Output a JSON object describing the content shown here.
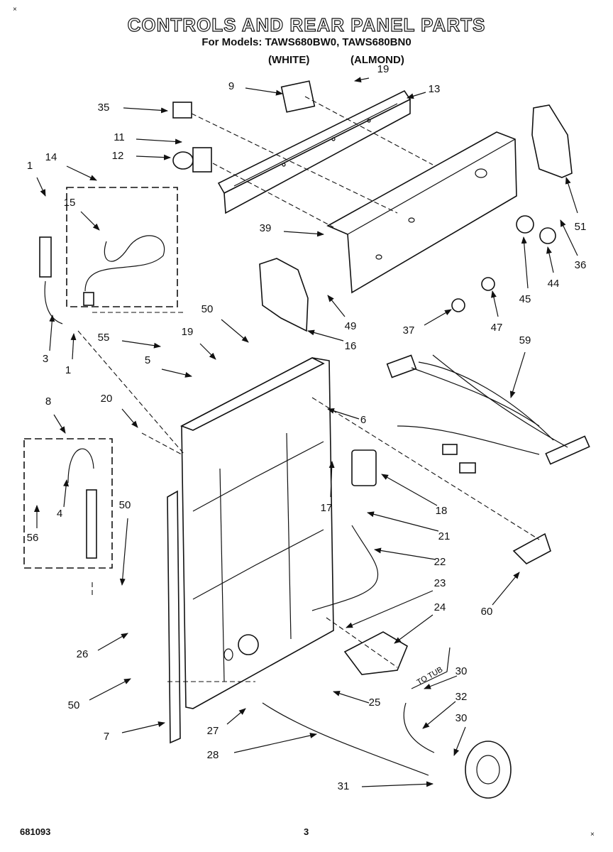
{
  "header": {
    "title": "CONTROLS AND REAR PANEL PARTS",
    "models_line": "For Models: TAWS680BW0, TAWS680BN0",
    "color_white": "(WHITE)",
    "color_almond": "(ALMOND)"
  },
  "diagram": {
    "tub_label": "TO TUB",
    "callouts": [
      "9",
      "19",
      "13",
      "35",
      "11",
      "12",
      "14",
      "1",
      "15",
      "51",
      "39",
      "36",
      "44",
      "45",
      "3",
      "1",
      "50",
      "49",
      "37",
      "16",
      "47",
      "55",
      "19",
      "5",
      "59",
      "20",
      "6",
      "8",
      "17",
      "18",
      "4",
      "56",
      "50",
      "21",
      "22",
      "26",
      "23",
      "24",
      "50",
      "30",
      "25",
      "32",
      "7",
      "27",
      "30",
      "60",
      "28",
      "31"
    ]
  },
  "footer": {
    "doc_number": "681093",
    "page_number": "3"
  }
}
